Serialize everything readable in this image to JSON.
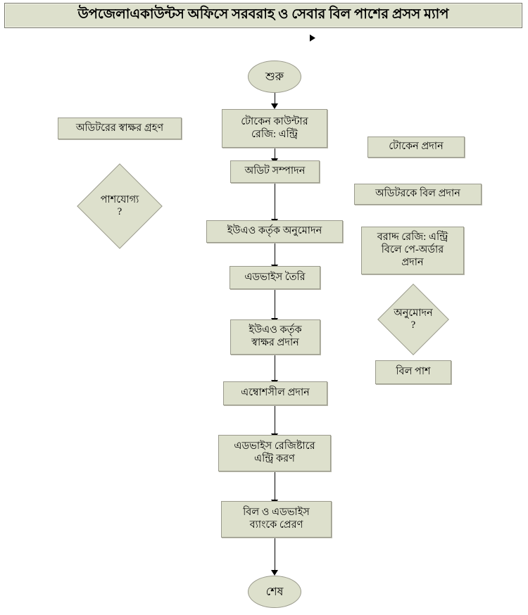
{
  "title": {
    "text": "উপজেলাএকাউন্টস অফিসে সরবরাহ ও সেবার বিল পাশের প্রসস ম্যাপ"
  },
  "colors": {
    "node_fill": "#dde0cc",
    "node_border": "#9a9a8c",
    "title_fill": "#dde0cc",
    "title_border": "#7a7a6d",
    "connector": "#000000",
    "page_background": "#ffffff"
  },
  "flow": {
    "start": {
      "label": "শুরু",
      "shape": "terminator"
    },
    "end": {
      "label": "শেষ",
      "shape": "terminator"
    },
    "main_steps": [
      {
        "label": "টোকেন কাউন্টার\nরেজি: এন্ট্রি",
        "shape": "process"
      },
      {
        "label": "অডিট সম্পাদন",
        "shape": "process"
      },
      {
        "label": "ইউএও কর্তৃক অনুমোদন",
        "shape": "process"
      },
      {
        "label": "এডভাইস তৈরি",
        "shape": "process"
      },
      {
        "label": "ইউএও কর্তৃক\nস্বাক্ষর প্রদান",
        "shape": "process"
      },
      {
        "label": "এম্বোশসীল প্রদান",
        "shape": "process"
      },
      {
        "label": "এডভাইস রেজিষ্টারে\nএন্ট্রি করণ",
        "shape": "process"
      },
      {
        "label": "বিল ও এডভাইস\nব্যাংকে প্রেরণ",
        "shape": "process"
      }
    ],
    "left_nodes": [
      {
        "label": "অডিটরের স্বাক্ষর গ্রহণ",
        "shape": "process"
      },
      {
        "label": "পাশযোগ্য\n?",
        "shape": "decision"
      }
    ],
    "right_nodes": [
      {
        "label": "টোকেন প্রদান",
        "shape": "process"
      },
      {
        "label": "অডিটরকে বিল প্রদান",
        "shape": "process"
      },
      {
        "label": "বরাদ্দ রেজি: এন্ট্রি\nবিলে পে-অর্ডার\nপ্রদান",
        "shape": "process"
      },
      {
        "label": "অনুমোদন\n?",
        "shape": "decision"
      },
      {
        "label": "বিল পাশ",
        "shape": "process"
      }
    ]
  }
}
